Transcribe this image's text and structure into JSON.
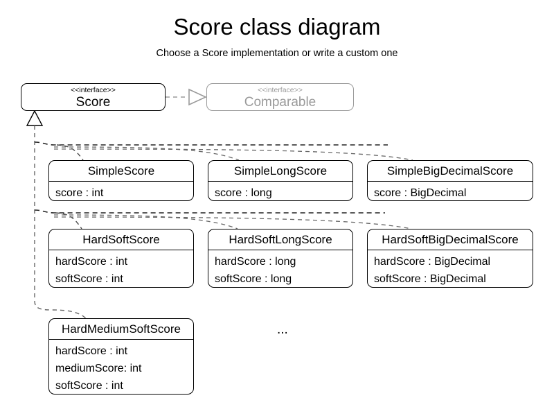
{
  "diagram": {
    "title": "Score class diagram",
    "subtitle": "Choose a Score implementation or write a custom one",
    "ellipsis": "...",
    "colors": {
      "line": "#000000",
      "muted": "#9a9a9a",
      "background": "#ffffff"
    },
    "interfaces": [
      {
        "id": "score",
        "stereotype": "<<interface>>",
        "name": "Score",
        "muted": false
      },
      {
        "id": "comparable",
        "stereotype": "<<interface>>",
        "name": "Comparable",
        "muted": true
      }
    ],
    "classes": [
      {
        "id": "simple-score",
        "name": "SimpleScore",
        "attributes": [
          "score : int"
        ]
      },
      {
        "id": "simple-long-score",
        "name": "SimpleLongScore",
        "attributes": [
          "score : long"
        ]
      },
      {
        "id": "simple-big-decimal-score",
        "name": "SimpleBigDecimalScore",
        "attributes": [
          "score : BigDecimal"
        ]
      },
      {
        "id": "hard-soft-score",
        "name": "HardSoftScore",
        "attributes": [
          "hardScore : int",
          "softScore : int"
        ]
      },
      {
        "id": "hard-soft-long-score",
        "name": "HardSoftLongScore",
        "attributes": [
          "hardScore : long",
          "softScore : long"
        ]
      },
      {
        "id": "hard-soft-big-decimal-score",
        "name": "HardSoftBigDecimalScore",
        "attributes": [
          "hardScore : BigDecimal",
          "softScore : BigDecimal"
        ]
      },
      {
        "id": "hard-medium-soft-score",
        "name": "HardMediumSoftScore",
        "attributes": [
          "hardScore : int",
          "mediumScore: int",
          "softScore : int"
        ]
      }
    ],
    "relations": [
      {
        "id": "score-realizes-comparable",
        "type": "realization",
        "from": "score",
        "to": "comparable",
        "style": "dashed",
        "arrow": "hollow-triangle"
      },
      {
        "id": "simple-score-extends-score",
        "type": "generalization",
        "from": "simple-score",
        "to": "score",
        "style": "dashed"
      },
      {
        "id": "simple-long-score-extends-score",
        "type": "generalization",
        "from": "simple-long-score",
        "to": "score",
        "style": "dashed"
      },
      {
        "id": "simple-big-decimal-score-extends-score",
        "type": "generalization",
        "from": "simple-big-decimal-score",
        "to": "score",
        "style": "dashed"
      },
      {
        "id": "hard-soft-score-extends-score",
        "type": "generalization",
        "from": "hard-soft-score",
        "to": "score",
        "style": "dashed"
      },
      {
        "id": "hard-soft-long-score-extends-score",
        "type": "generalization",
        "from": "hard-soft-long-score",
        "to": "score",
        "style": "dashed"
      },
      {
        "id": "hard-soft-big-decimal-score-extends-score",
        "type": "generalization",
        "from": "hard-soft-big-decimal-score",
        "to": "score",
        "style": "dashed"
      },
      {
        "id": "hard-medium-soft-score-extends-score",
        "type": "generalization",
        "from": "hard-medium-soft-score",
        "to": "score",
        "style": "dashed"
      }
    ]
  }
}
